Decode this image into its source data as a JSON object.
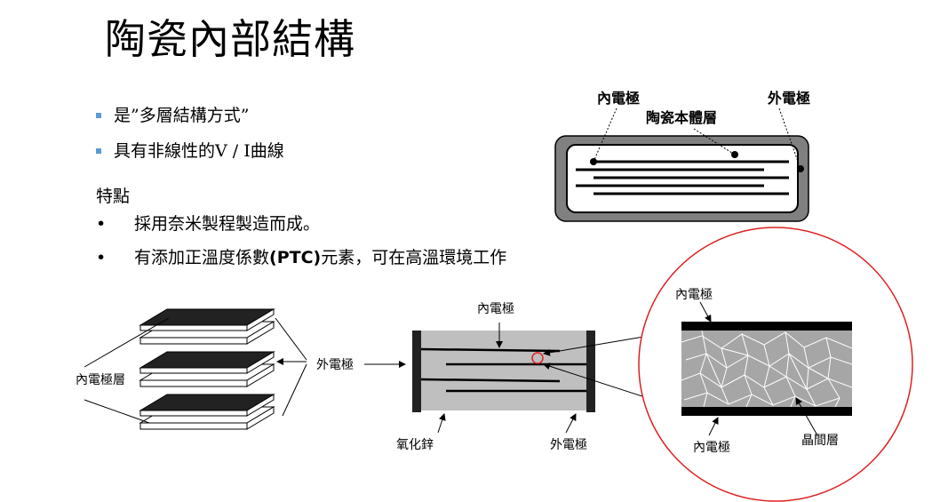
{
  "title": "陶瓷內部結構",
  "bullets": [
    "是”多層結構方式”",
    "具有非線性的V / I曲線"
  ],
  "features": {
    "heading": "特點",
    "bullet_char": "•",
    "items": [
      {
        "pre": "採用奈米製程製造而成。",
        "bold": "",
        "post": ""
      },
      {
        "pre": "有添加正溫度係數",
        "bold": "(PTC)",
        "post": "元素，可在高溫環境工作"
      }
    ]
  },
  "diagram_labels": {
    "chip_inner_electrode": "內電極",
    "chip_outer_electrode": "外電極",
    "chip_ceramic_body": "陶瓷本體層",
    "stack_inner_layer": "內電極層",
    "stack_outer_electrode": "外電極",
    "cross_inner_electrode": "內電極",
    "cross_zinc_oxide": "氧化鋅",
    "cross_outer_electrode": "外電極",
    "zoom_inner_electrode_top": "內電極",
    "zoom_inner_electrode_bottom": "內電極",
    "zoom_grain_layer": "晶間層"
  },
  "colors": {
    "bullet": "#5b9bd5",
    "gray_body": "#bfbfbf",
    "dark_gray": "#808080",
    "circle": "#e02020"
  }
}
